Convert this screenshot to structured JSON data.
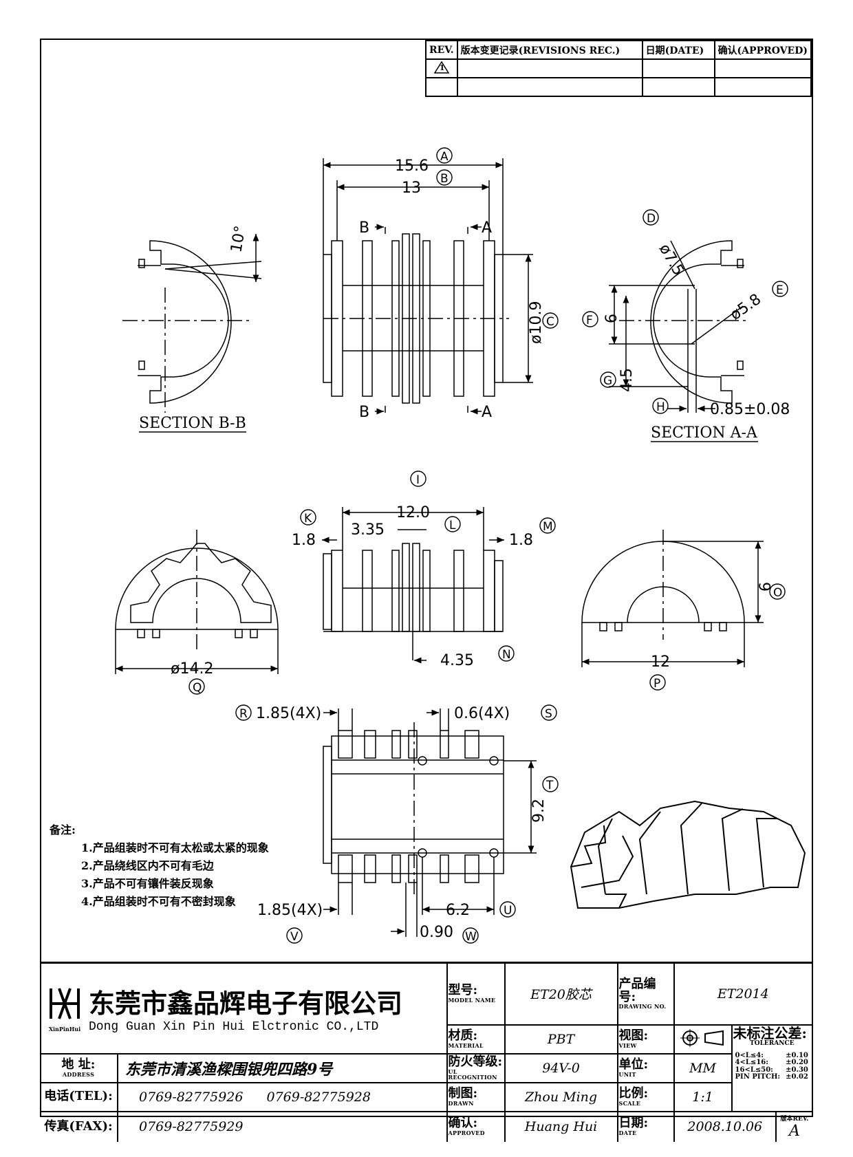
{
  "revision_table": {
    "headers": [
      "REV.",
      "版本变更记录(REVISIONS REC.)",
      "日期(DATE)",
      "确认(APPROVED)"
    ],
    "rows": [
      [
        "1",
        "",
        "",
        ""
      ],
      [
        "",
        "",
        "",
        ""
      ]
    ]
  },
  "sections": {
    "b_b": "SECTION B-B",
    "a_a": "SECTION A-A",
    "b_marker": "B",
    "a_marker": "A"
  },
  "dimensions": {
    "d15_6": "15.6",
    "d13": "13",
    "d10_9": "ø10.9",
    "d10deg": "10°",
    "d7_5": "ø7.5",
    "d5_8": "ø5.8",
    "d6_f": "6",
    "d4_5": "4.5",
    "d0_85": "0.85±0.08",
    "d12_0": "12.0",
    "d3_35": "3.35",
    "d1_8_k": "1.8",
    "d1_8_m": "1.8",
    "d4_35": "4.35",
    "d14_2": "ø14.2",
    "d12": "12",
    "d6_o": "6",
    "d1_85_r": "1.85(4X)",
    "d0_6": "0.6(4X)",
    "d9_2": "9.2",
    "d6_2": "6.2",
    "d1_85_v": "1.85(4X)",
    "d0_90": "0.90"
  },
  "callouts": [
    "A",
    "B",
    "C",
    "D",
    "E",
    "F",
    "G",
    "H",
    "I",
    "K",
    "L",
    "M",
    "N",
    "O",
    "P",
    "Q",
    "R",
    "S",
    "T",
    "U",
    "V",
    "W"
  ],
  "notes": {
    "title": "备注:",
    "items": [
      "1.产品组装时不可有太松或太紧的现象",
      "2.产品绕线区内不可有毛边",
      "3.产品不可有镶件装反现象",
      "4.产品组装时不可有不密封现象"
    ]
  },
  "title_block": {
    "company_cn": "东莞市鑫品辉电子有限公司",
    "company_en": "Dong Guan Xin Pin Hui Elctronic CO.,LTD",
    "logo_text": "XinPinHui",
    "address_label": "地 址:",
    "address_label_en": "ADDRESS",
    "address": "东莞市清溪渔樑围银兜四路9号",
    "tel_label": "电话(TEL):",
    "tel1": "0769-82775926",
    "tel2": "0769-82775928",
    "fax_label": "传真(FAX):",
    "fax": "0769-82775929",
    "model_label": "型号:",
    "model_label_en": "MODEL NAME",
    "model": "ET20胶芯",
    "material_label": "材质:",
    "material_label_en": "MATERIAL",
    "material": "PBT",
    "flame_label": "防火等级:",
    "flame_label_en": "UL RECOGNITION",
    "flame": "94V-0",
    "drawn_label": "制图:",
    "drawn_label_en": "DRAWN",
    "drawn": "Zhou Ming",
    "approved_label": "确认:",
    "approved_label_en": "APPROVED",
    "approved": "Huang Hui",
    "drawing_no_label": "产品编号:",
    "drawing_no_label_en": "DRAWING NO.",
    "drawing_no": "ET2014",
    "view_label": "视图:",
    "view_label_en": "VIEW",
    "unit_label": "单位:",
    "unit_label_en": "UNIT",
    "unit": "MM",
    "scale_label": "比例:",
    "scale_label_en": "SCALE",
    "scale": "1:1",
    "date_label": "日期:",
    "date_label_en": "DATE",
    "date": "2008.10.06",
    "tolerance_label": "未标注公差:",
    "tolerance_label_en": "TOLERANCE",
    "tolerances": [
      [
        "0<L≤4:",
        "±0.10"
      ],
      [
        "4<L≤16:",
        "±0.20"
      ],
      [
        "16<L≤50:",
        "±0.30"
      ],
      [
        "PIN PITCH:",
        "±0.02"
      ]
    ],
    "rev_label": "版本REV.",
    "rev": "A"
  }
}
